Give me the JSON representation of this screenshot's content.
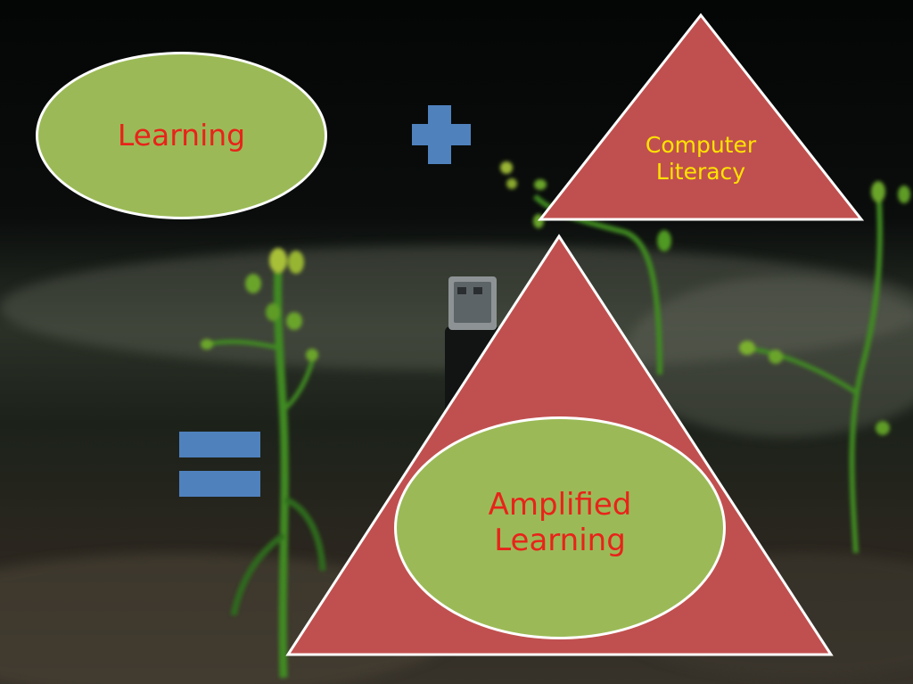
{
  "colors": {
    "ellipse_fill": "#9bba57",
    "triangle_fill": "#c0504f",
    "outline": "#ffffff",
    "operator_blue": "#4f81bd",
    "red_text": "#e8231a",
    "yellow_text": "#ffe300"
  },
  "diagram": {
    "learning": {
      "label": "Learning"
    },
    "operator_plus": {
      "icon": "plus-icon"
    },
    "computer_literacy": {
      "label": "Computer\nLiteracy"
    },
    "operator_equals": {
      "icon": "equals-icon"
    },
    "amplified_learning": {
      "label": "Amplified\nLearning"
    }
  }
}
